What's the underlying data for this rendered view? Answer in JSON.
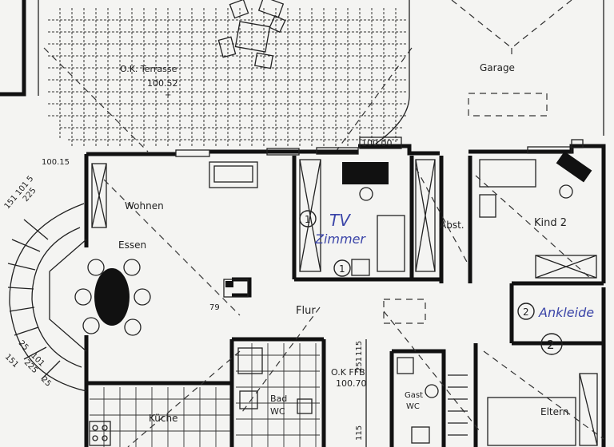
{
  "rooms": {
    "terrace": "O.K. Terrasse",
    "terrace_level": "100.52",
    "garage": "Garage",
    "garage_level": "100.00",
    "wohnen": "Wohnen",
    "essen": "Essen",
    "tv_zimmer_line1": "TV",
    "tv_zimmer_line2": "Zimmer",
    "tv_number": "1",
    "tv_number_2": "1",
    "abst": "Abst.",
    "kind2": "Kind 2",
    "ankleide": "Ankleide",
    "ankleide_number": "2",
    "ankleide_number_2": "2",
    "flur": "Flur",
    "stair_dim": "79",
    "ok_ffb": "O.K FFB",
    "ok_ffb_level": "100.70",
    "bad_wc_line1": "Bad",
    "bad_wc_line2": "WC",
    "gast_wc_line1": "Gast",
    "gast_wc_line2": "WC",
    "kueche": "Küche",
    "eltern": "Eltern"
  },
  "dimensions": {
    "left_level": "100.15",
    "d151_top": "151",
    "d101_top": "101",
    "d225_top": "225",
    "d5_top": "5",
    "d25_bottom": "25",
    "d101_bottom": "101",
    "d225_bottom": "225",
    "d151_bottom": "151",
    "d25_bottom_b": "25",
    "flur_115_top": "115",
    "flur_251": "251",
    "flur_115_bottom": "115"
  },
  "colors": {
    "ink": "#111111",
    "paper": "#f4f4f2",
    "handwriting": "#3b45a8"
  }
}
